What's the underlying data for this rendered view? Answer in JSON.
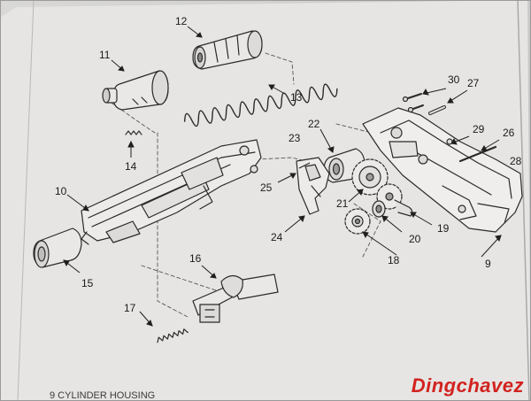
{
  "callouts": [
    {
      "id": "c9",
      "text": "9"
    },
    {
      "id": "c10",
      "text": "10"
    },
    {
      "id": "c11",
      "text": "11"
    },
    {
      "id": "c12",
      "text": "12"
    },
    {
      "id": "c13",
      "text": "13"
    },
    {
      "id": "c14",
      "text": "14"
    },
    {
      "id": "c15",
      "text": "15"
    },
    {
      "id": "c16",
      "text": "16"
    },
    {
      "id": "c17",
      "text": "17"
    },
    {
      "id": "c18",
      "text": "18"
    },
    {
      "id": "c19",
      "text": "19"
    },
    {
      "id": "c20",
      "text": "20"
    },
    {
      "id": "c21",
      "text": "21"
    },
    {
      "id": "c22",
      "text": "22"
    },
    {
      "id": "c23",
      "text": "23"
    },
    {
      "id": "c24",
      "text": "24"
    },
    {
      "id": "c25",
      "text": "25"
    },
    {
      "id": "c26",
      "text": "26"
    },
    {
      "id": "c27",
      "text": "27"
    },
    {
      "id": "c28",
      "text": "28"
    },
    {
      "id": "c29",
      "text": "29"
    },
    {
      "id": "c30",
      "text": "30"
    }
  ],
  "footer_caption": "9 CYLINDER HOUSING",
  "watermark": "Dingchavez",
  "colors": {
    "paper": "#e3e2e0",
    "ink": "#2a2a2a",
    "watermark": "#d2231f"
  }
}
